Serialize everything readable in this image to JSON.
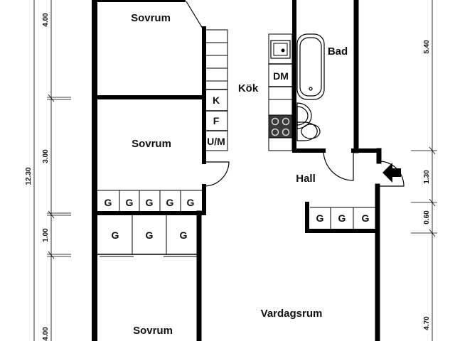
{
  "rooms": {
    "sovrum_top": "Sovrum",
    "sovrum_mid": "Sovrum",
    "sovrum_bottom": "Sovrum",
    "kok": "Kök",
    "bad": "Bad",
    "hall": "Hall",
    "vardagsrum": "Vardagsrum"
  },
  "fixtures": {
    "dishwasher": "DM",
    "fridge": "K",
    "freezer": "F",
    "washer": "U/M"
  },
  "wardrobe_label": "G",
  "dimensions": {
    "left": [
      "4.00",
      "3.00",
      "1.00",
      "4.00"
    ],
    "left_total": "12.30",
    "right": [
      "5.40",
      "1.30",
      "0.60",
      "4.70"
    ]
  }
}
